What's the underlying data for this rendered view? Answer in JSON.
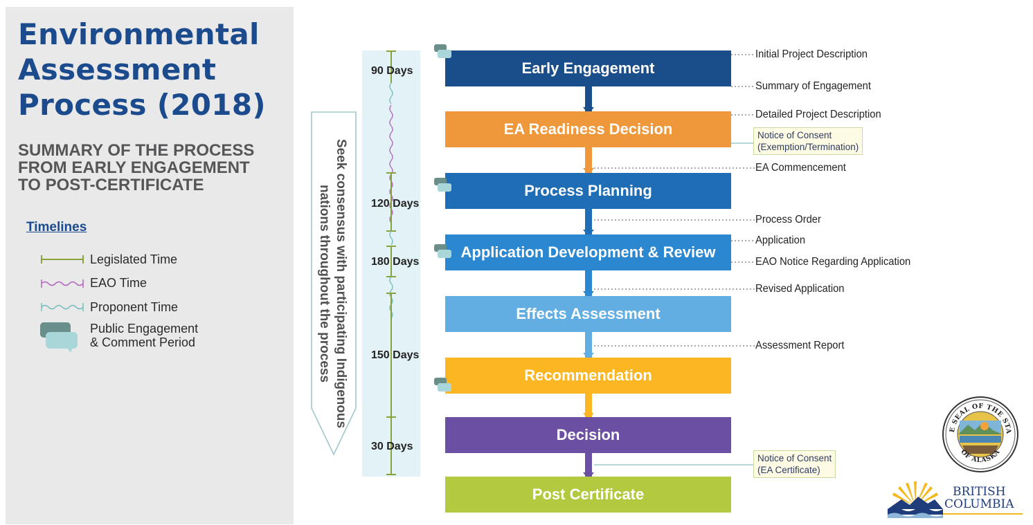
{
  "title": {
    "line1": "Environmental",
    "line2": "Assessment",
    "line3": "Process (2018)"
  },
  "subtitle": {
    "line1": "SUMMARY OF THE PROCESS",
    "line2": "FROM EARLY ENGAGEMENT",
    "line3": "TO POST-CERTIFICATE"
  },
  "timelines": {
    "heading": "Timelines",
    "legend": [
      {
        "label": "Legislated Time",
        "icon": "legislated-time-line-icon",
        "color": "#8aa23a"
      },
      {
        "label": "EAO Time",
        "icon": "eao-time-wavy-line-icon",
        "color": "#b36ec0"
      },
      {
        "label": "Proponent Time",
        "icon": "proponent-time-wavy-line-icon",
        "color": "#7cc0c0"
      },
      {
        "label_line1": "Public Engagement",
        "label_line2": "& Comment Period",
        "icon": "speech-bubbles-icon",
        "color": "#6a8f8a"
      }
    ]
  },
  "consensus": {
    "line1": "Seek consensus with participating Indigenous",
    "line2": "nations throughout the process"
  },
  "durations": [
    "90 Days",
    "120 Days",
    "180 Days",
    "150 Days",
    "30 Days"
  ],
  "stages": [
    {
      "label": "Early Engagement",
      "color": "#1a4e8a"
    },
    {
      "label": "EA Readiness Decision",
      "color": "#ef973b"
    },
    {
      "label": "Process Planning",
      "color": "#1f6eb5"
    },
    {
      "label": "Application Development & Review",
      "color": "#2b87cf"
    },
    {
      "label": "Effects Assessment",
      "color": "#62aee3"
    },
    {
      "label": "Recommendation",
      "color": "#fbb622"
    },
    {
      "label": "Decision",
      "color": "#6b4fa3"
    },
    {
      "label": "Post Certificate",
      "color": "#b2c940"
    }
  ],
  "outcomes": [
    "Initial Project Description",
    "Summary of Engagement",
    "Detailed Project Description",
    "EA Commencement",
    "Process Order",
    "Application",
    "EAO Notice Regarding Application",
    "Revised Application",
    "Assessment Report"
  ],
  "notices": [
    {
      "line1": "Notice of Consent",
      "line2": "(Exemption/Termination)"
    },
    {
      "line1": "Notice of Consent",
      "line2": "(EA Certificate)"
    }
  ],
  "seal": {
    "top_text": "THE SEAL OF THE STATE",
    "bottom_text": "OF ALASKA"
  },
  "bc_logo": {
    "line1": "BRITISH",
    "line2": "COLUMBIA"
  }
}
